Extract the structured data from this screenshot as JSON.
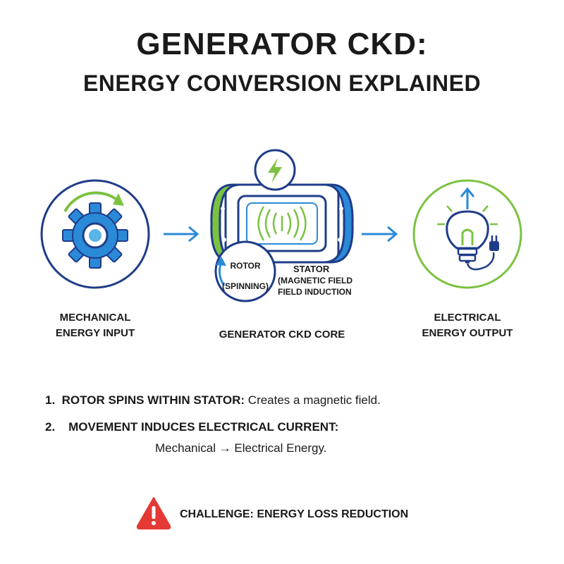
{
  "header": {
    "title": "GENERATOR CKD:",
    "subtitle": "ENERGY CONVERSION EXPLAINED"
  },
  "input": {
    "label_line1": "MECHANICAL",
    "label_line2": "ENERGY INPUT",
    "icon": "gear-icon"
  },
  "core": {
    "label": "GENERATOR CKD CORE",
    "rotor_line1": "ROTOR",
    "rotor_line2": "(SPINNING)",
    "stator_line1": "STATOR",
    "stator_line2": "(MAGNETIC FIELD",
    "stator_line3": "FIELD INDUCTION",
    "icon": "lightning-bolt-icon"
  },
  "output": {
    "label_line1": "ELECTRICAL",
    "label_line2": "ENERGY OUTPUT",
    "icon": "light-bulb-icon"
  },
  "steps": [
    {
      "number": "1.",
      "heading": "ROTOR SPINS WITHIN STATOR:",
      "text": " Creates a magnetic field."
    },
    {
      "number": "2.",
      "heading": "MOVEMENT INDUCES ELECTRICAL CURRENT:",
      "text": "Mechanical → Electrical Energy."
    }
  ],
  "challenge": {
    "text": "CHALLENGE: ENERGY LOSS REDUCTION",
    "icon": "warning-icon"
  },
  "colors": {
    "navy": "#1f3c88",
    "blue": "#2b8ad8",
    "light_blue": "#5ab4e8",
    "green": "#7cc241",
    "red": "#e53935"
  }
}
